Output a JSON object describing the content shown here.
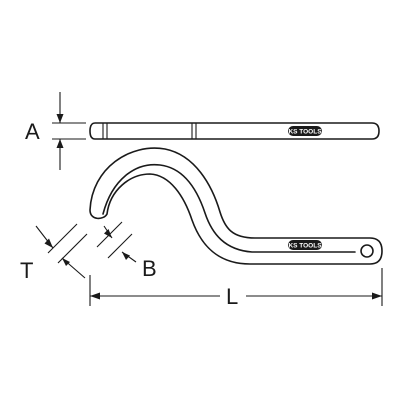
{
  "dimensions": {
    "a_label": "A",
    "t_label": "T",
    "b_label": "B",
    "l_label": "L"
  },
  "brand": {
    "logo_text": "KS TOOLS"
  }
}
